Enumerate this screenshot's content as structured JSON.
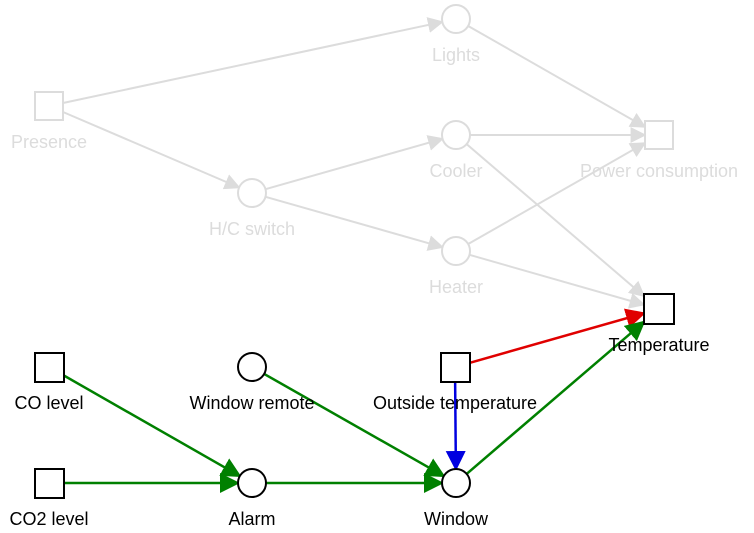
{
  "nodes": {
    "presence": {
      "label": "Presence",
      "shape": "square",
      "state": "faded"
    },
    "lights": {
      "label": "Lights",
      "shape": "circle",
      "state": "faded"
    },
    "cooler": {
      "label": "Cooler",
      "shape": "circle",
      "state": "faded"
    },
    "heater": {
      "label": "Heater",
      "shape": "circle",
      "state": "faded"
    },
    "hc_switch": {
      "label": "H/C switch",
      "shape": "circle",
      "state": "faded"
    },
    "power": {
      "label": "Power consumption",
      "shape": "square",
      "state": "faded"
    },
    "temperature": {
      "label": "Temperature",
      "shape": "square",
      "state": "active"
    },
    "co_level": {
      "label": "CO level",
      "shape": "square",
      "state": "active"
    },
    "co2_level": {
      "label": "CO2 level",
      "shape": "square",
      "state": "active"
    },
    "window_remote": {
      "label": "Window remote",
      "shape": "circle",
      "state": "active"
    },
    "outside_temperature": {
      "label": "Outside temperature",
      "shape": "square",
      "state": "active"
    },
    "alarm": {
      "label": "Alarm",
      "shape": "circle",
      "state": "active"
    },
    "window": {
      "label": "Window",
      "shape": "circle",
      "state": "active"
    }
  },
  "edges": [
    {
      "from": "presence",
      "to": "lights",
      "color": "#dcdcdc"
    },
    {
      "from": "presence",
      "to": "hc_switch",
      "color": "#dcdcdc"
    },
    {
      "from": "lights",
      "to": "power",
      "color": "#dcdcdc"
    },
    {
      "from": "hc_switch",
      "to": "cooler",
      "color": "#dcdcdc"
    },
    {
      "from": "hc_switch",
      "to": "heater",
      "color": "#dcdcdc"
    },
    {
      "from": "cooler",
      "to": "power",
      "color": "#dcdcdc"
    },
    {
      "from": "cooler",
      "to": "temperature",
      "color": "#dcdcdc"
    },
    {
      "from": "heater",
      "to": "power",
      "color": "#dcdcdc"
    },
    {
      "from": "heater",
      "to": "temperature",
      "color": "#dcdcdc"
    },
    {
      "from": "outside_temperature",
      "to": "temperature",
      "color": "#e00000"
    },
    {
      "from": "outside_temperature",
      "to": "window",
      "color": "#0000e0"
    },
    {
      "from": "co_level",
      "to": "alarm",
      "color": "#008000"
    },
    {
      "from": "co2_level",
      "to": "alarm",
      "color": "#008000"
    },
    {
      "from": "alarm",
      "to": "window",
      "color": "#008000"
    },
    {
      "from": "window_remote",
      "to": "window",
      "color": "#008000"
    },
    {
      "from": "window",
      "to": "temperature",
      "color": "#008000"
    }
  ],
  "colors": {
    "faded": "#dcdcdc",
    "active": "#000000",
    "green": "#008000",
    "red": "#e00000",
    "blue": "#0000e0"
  }
}
